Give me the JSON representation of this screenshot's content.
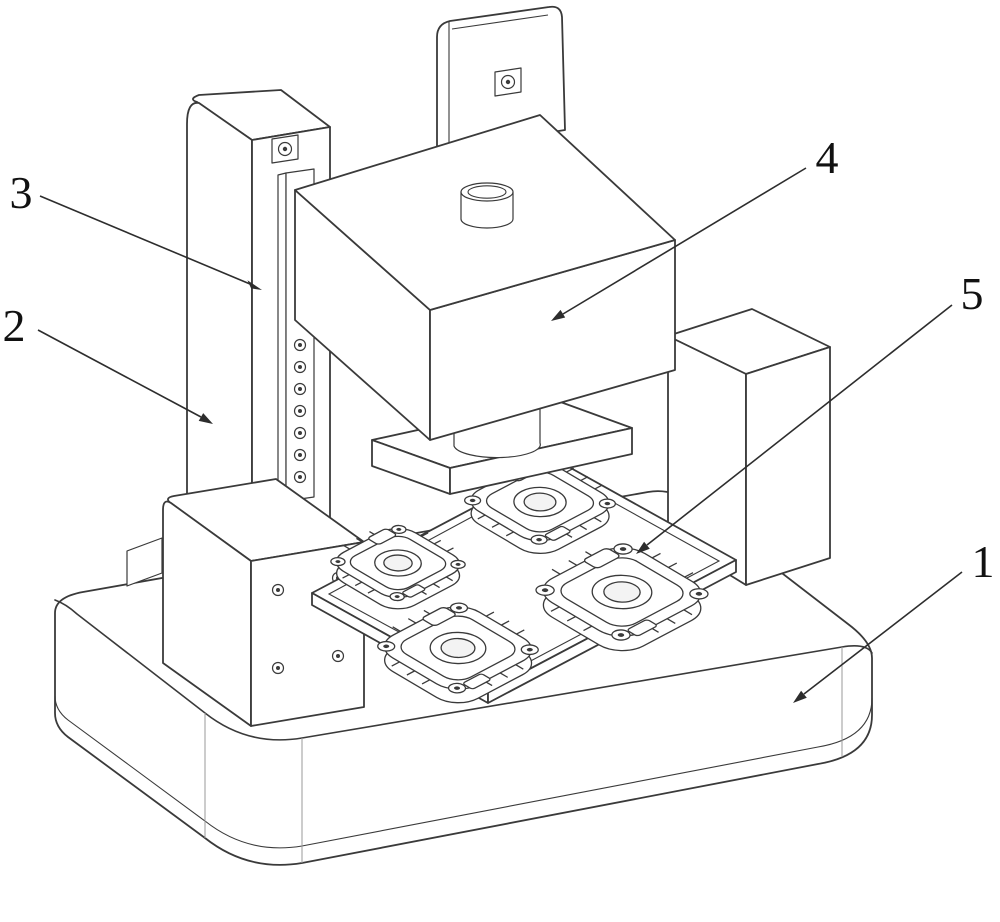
{
  "figure": {
    "callouts": {
      "c1": {
        "label": "1"
      },
      "c2": {
        "label": "2"
      },
      "c3": {
        "label": "3"
      },
      "c4": {
        "label": "4"
      },
      "c5": {
        "label": "5"
      }
    }
  },
  "colors": {
    "background": "#ffffff",
    "line": "#3a3a3a",
    "label_text": "#111111"
  }
}
